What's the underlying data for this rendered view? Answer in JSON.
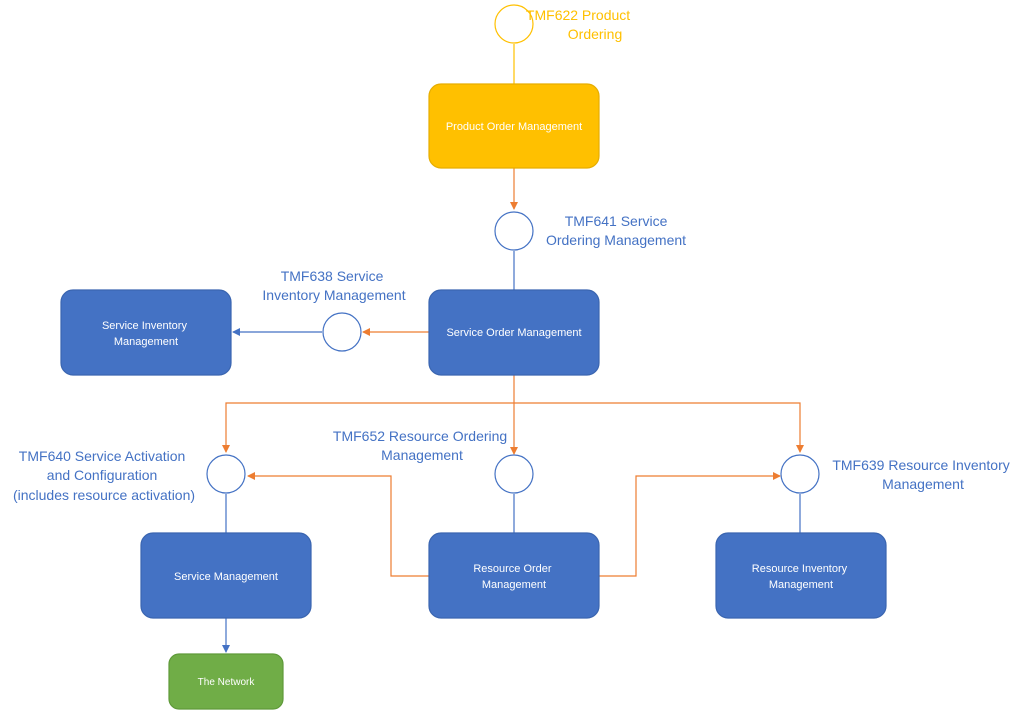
{
  "colors": {
    "component_fill": "#4472c4",
    "component_stroke": "#3a65b0",
    "product_fill": "#ffc000",
    "product_stroke": "#e6ad00",
    "network_fill": "#70ad47",
    "network_stroke": "#5f9a3a",
    "label_blue": "#4472c4",
    "label_yellow": "#ffc000",
    "connector_orange": "#ed7d31",
    "connector_blue": "#4472c4",
    "connector_yellow": "#ffc000",
    "connector_green": "#70ad47"
  },
  "components": {
    "product_order_management": [
      "Product Order Management"
    ],
    "service_order_management": [
      "Service Order Management"
    ],
    "service_inventory_management": [
      "Service Inventory",
      "Management"
    ],
    "service_management": [
      "Service Management"
    ],
    "resource_order_management": [
      "Resource Order",
      "Management"
    ],
    "resource_inventory_management": [
      "Resource Inventory",
      "Management"
    ],
    "the_network": [
      "The Network"
    ]
  },
  "apis": {
    "tmf622": [
      "TMF622 Product",
      "Ordering"
    ],
    "tmf641": [
      "TMF641 Service",
      "Ordering Management"
    ],
    "tmf638": [
      "TMF638 Service",
      "Inventory Management"
    ],
    "tmf652": [
      "TMF652 Resource Ordering",
      "Management"
    ],
    "tmf640": [
      "TMF640 Service Activation",
      "and Configuration",
      "(includes resource activation)"
    ],
    "tmf639": [
      "TMF639 Resource Inventory",
      "Management"
    ]
  }
}
